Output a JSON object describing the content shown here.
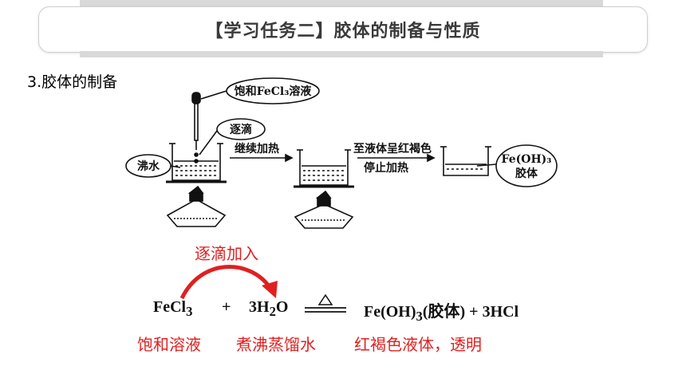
{
  "title": "【学习任务二】胶体的制备与性质",
  "section": "3.胶体的制备",
  "diagram": {
    "label_saturated": "饱和FeCl₃溶液",
    "label_dropwise": "逐滴",
    "label_boiling_water": "沸水",
    "label_continue_heat": "继续加热",
    "label_until_red_brown": "至液体呈红褐色",
    "label_stop_heat": "停止加热",
    "label_product_line1": "Fe(OH)₃",
    "label_product_line2": "胶体"
  },
  "equation": {
    "above_label": "逐滴加入",
    "reactant1": "FeCl",
    "reactant1_sub": "3",
    "plus1": "+",
    "reactant2_coef": "3H",
    "reactant2_sub": "2",
    "reactant2_tail": "O",
    "product1": "Fe(OH)",
    "product1_sub": "3",
    "product1_tail": "(胶体) + 3HCl",
    "under_reactant1": "饱和溶液",
    "under_reactant2": "煮沸蒸馏水",
    "under_product": "红褐色液体，透明"
  },
  "colors": {
    "accent_red": "#e02020",
    "text_dark": "#111111"
  }
}
